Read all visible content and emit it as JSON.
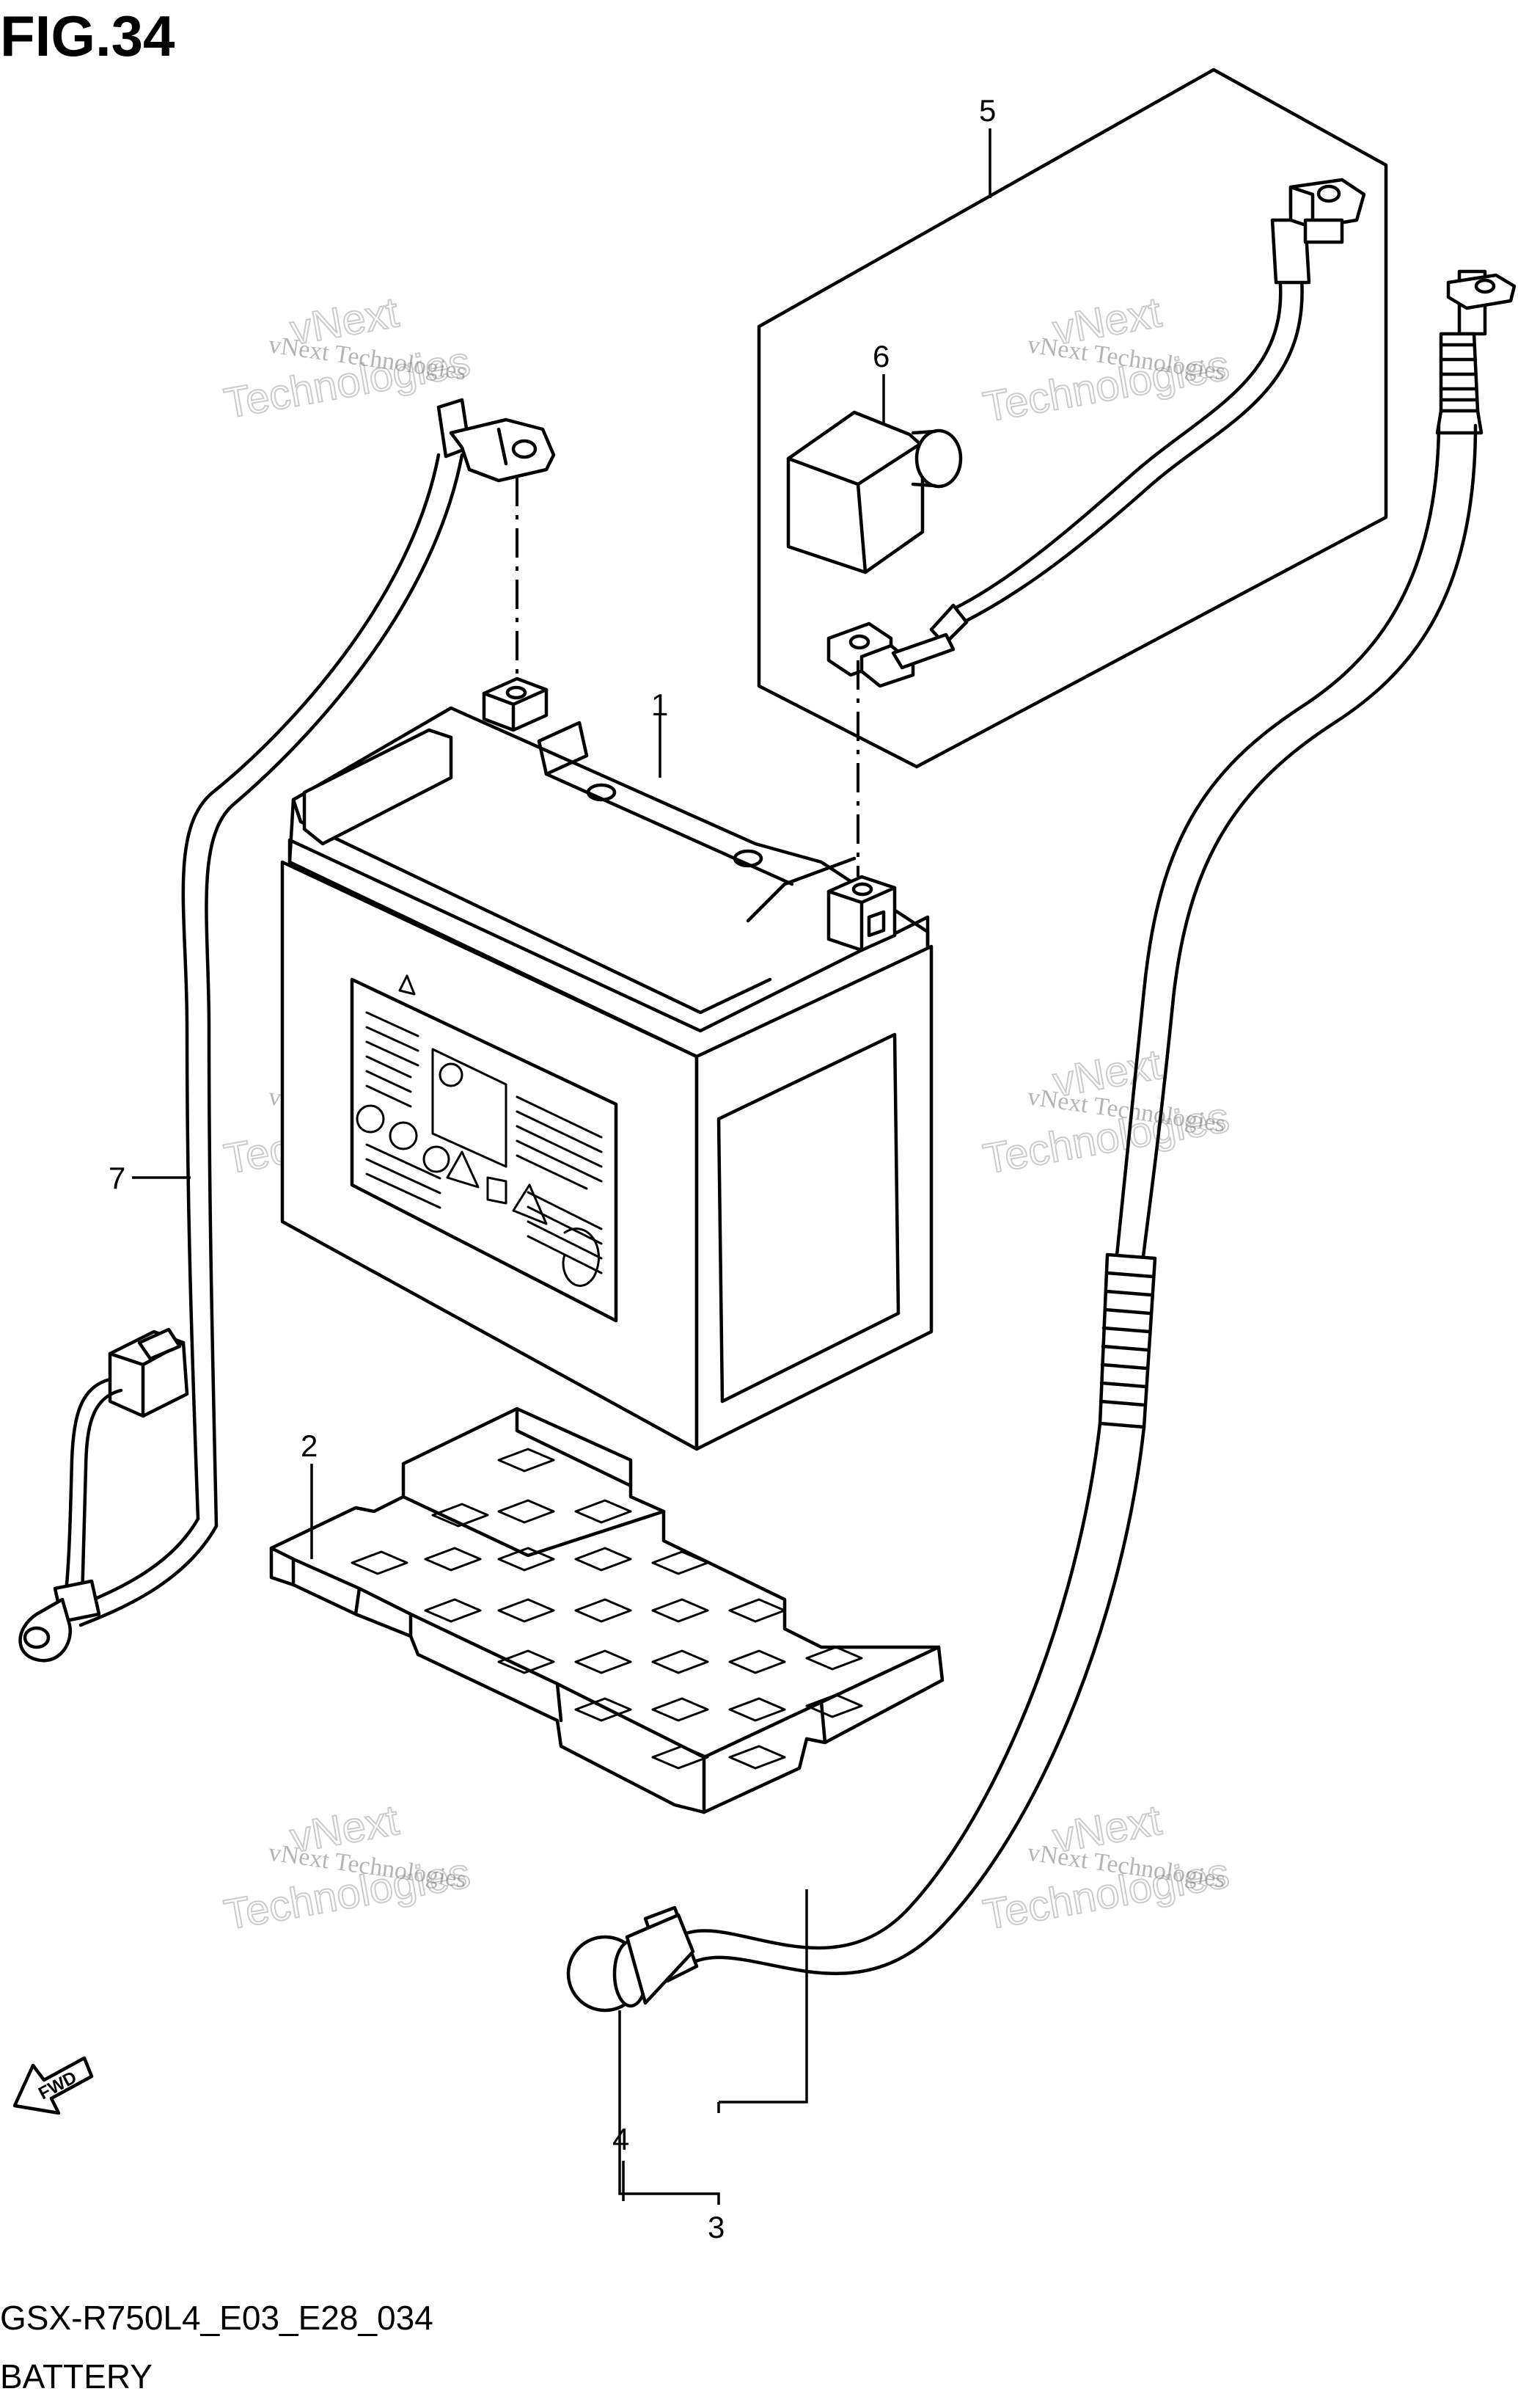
{
  "figure": {
    "title": "FIG.34",
    "code": "GSX-R750L4_E03_E28_034",
    "name": "BATTERY"
  },
  "callouts": [
    "1",
    "2",
    "3",
    "4",
    "5",
    "6",
    "7"
  ],
  "fwd_label": "FWD",
  "watermark": {
    "line1": "vNext Technologies",
    "line2": "vNext",
    "line3": "Technologies"
  }
}
